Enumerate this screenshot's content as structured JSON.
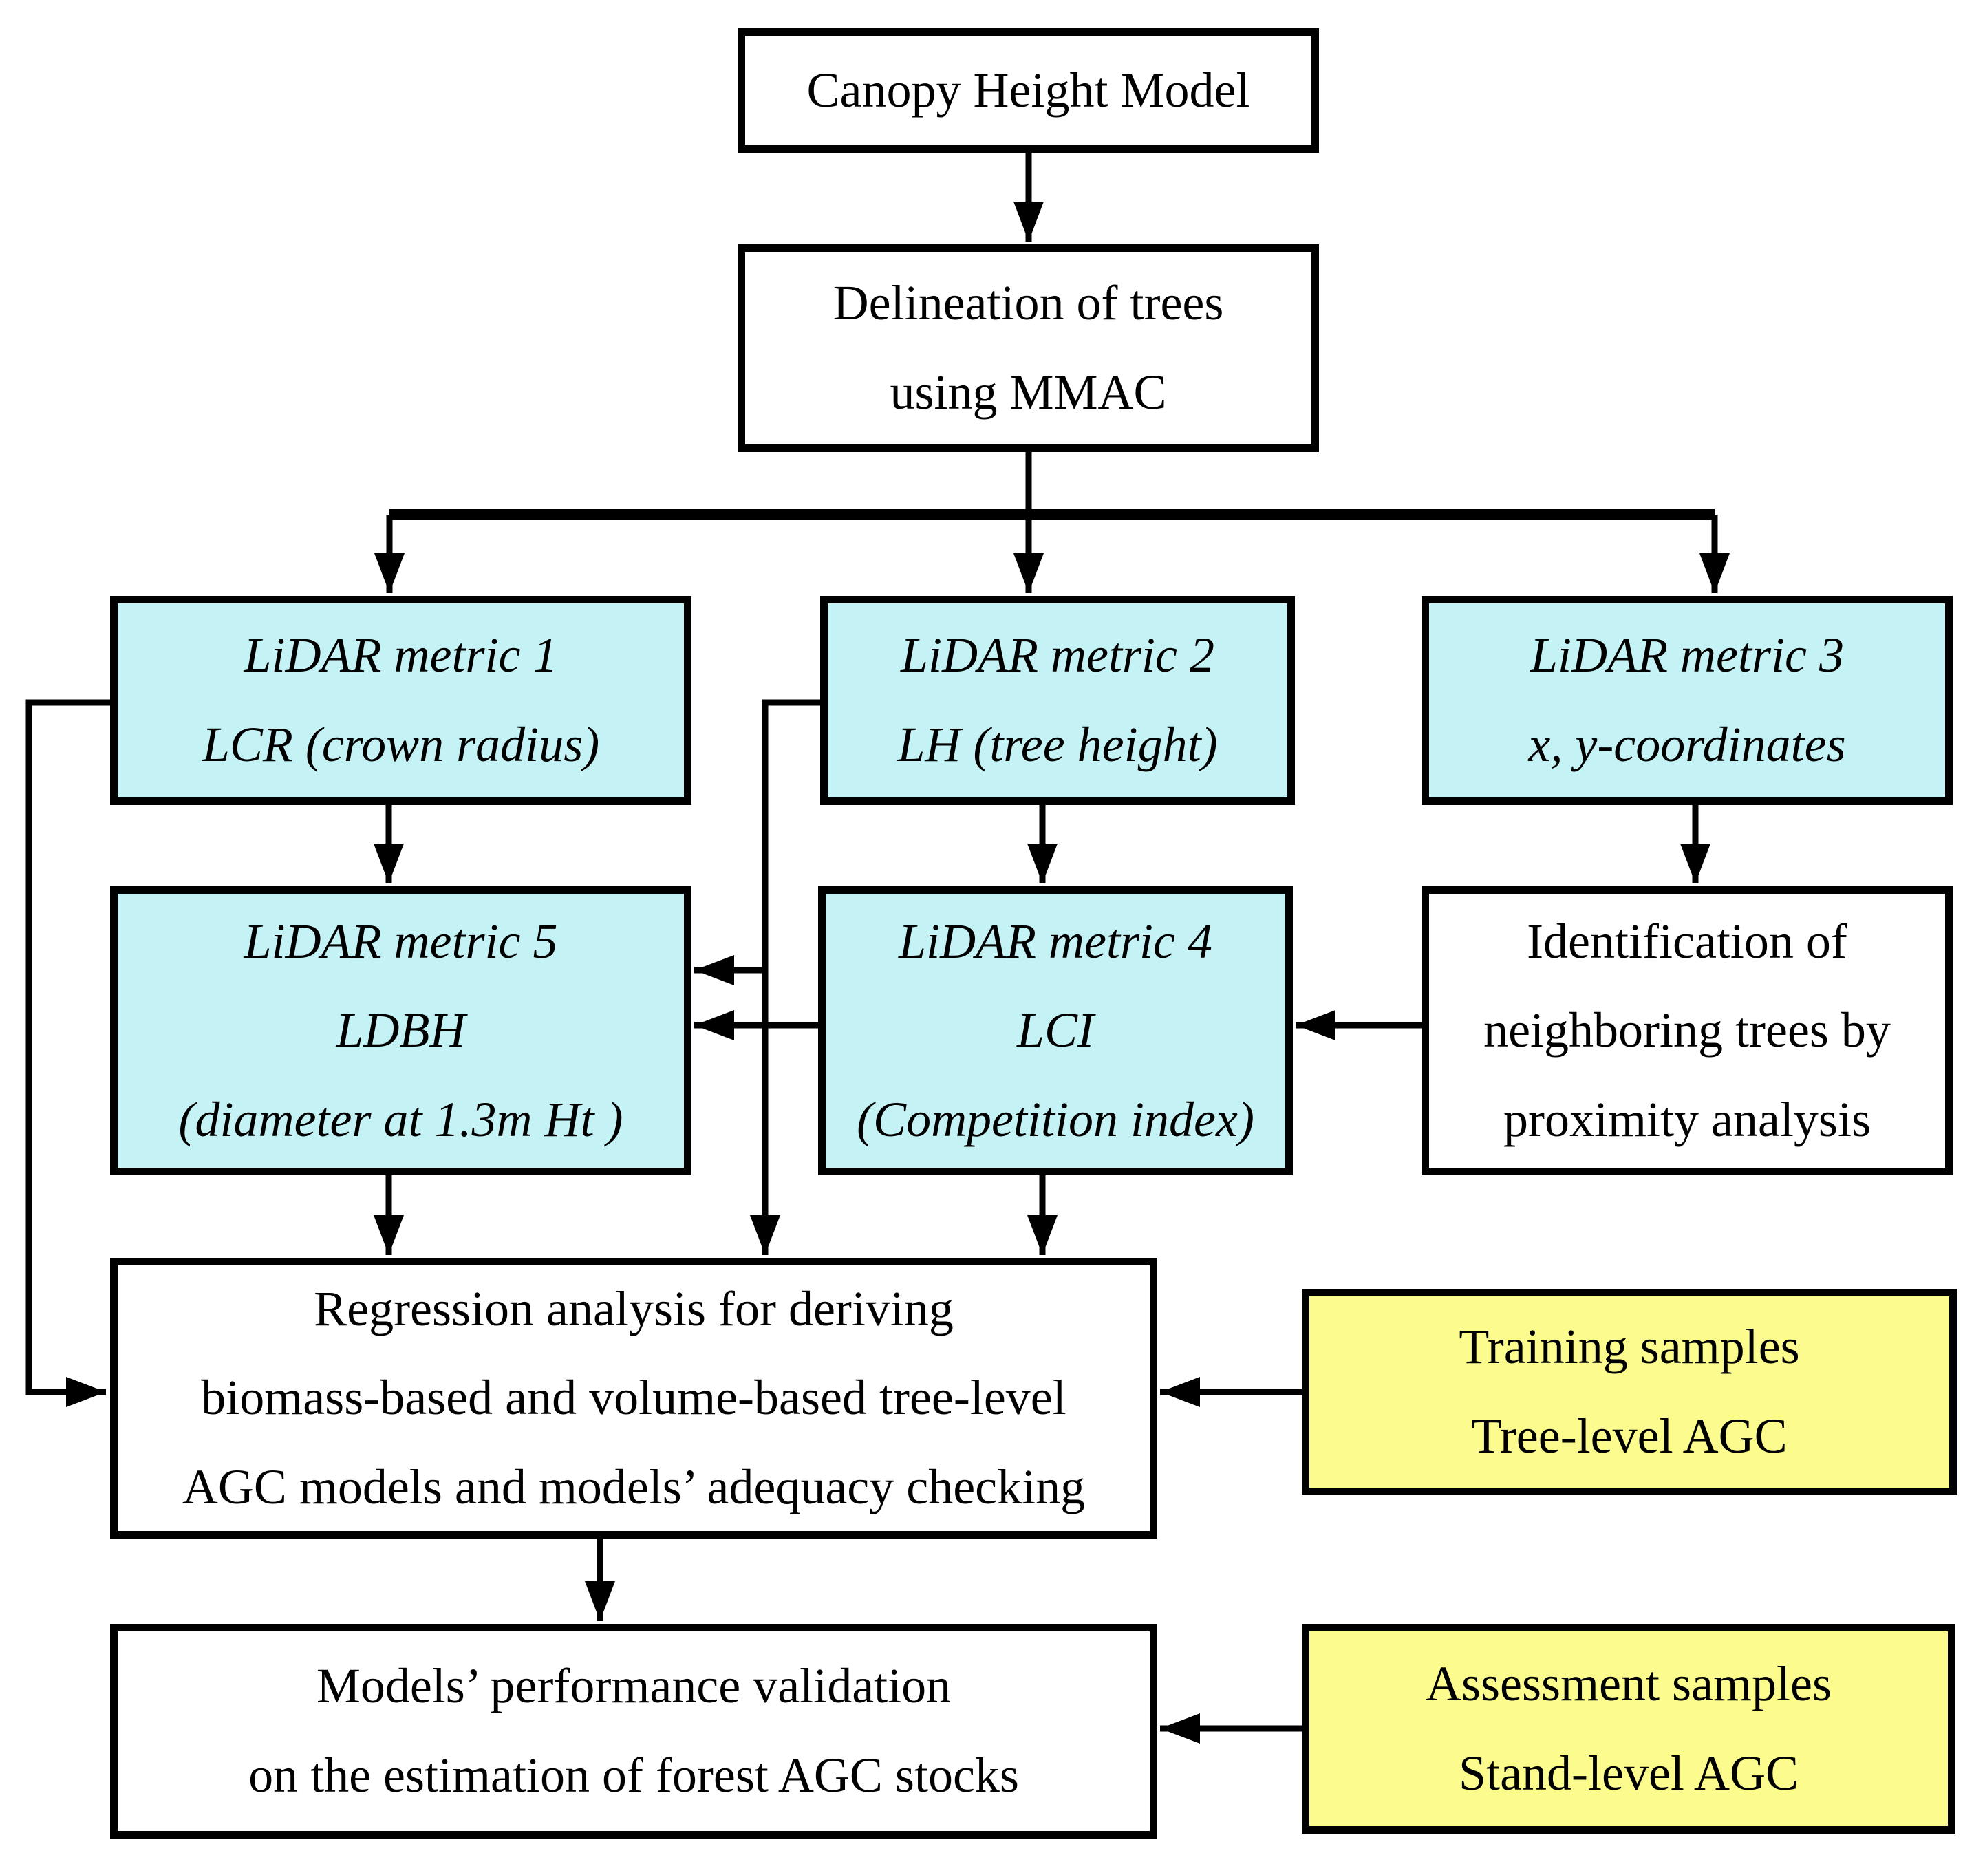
{
  "figure": {
    "type": "flowchart",
    "colors": {
      "metric_box_fill": "#c5f3f5",
      "sample_box_fill": "#fcfc8e",
      "plain_box_fill": "#ffffff",
      "border_and_arrows": "#000000"
    }
  },
  "nodes": {
    "chm": {
      "lines": [
        "Canopy Height Model"
      ]
    },
    "delineation": {
      "lines": [
        "Delineation of trees",
        "using MMAC"
      ]
    },
    "metric1": {
      "lines": [
        "LiDAR metric 1",
        "LCR (crown radius)"
      ]
    },
    "metric2": {
      "lines": [
        "LiDAR metric 2",
        "LH (tree height)"
      ]
    },
    "metric3": {
      "lines": [
        "LiDAR metric 3",
        "x, y-coordinates"
      ]
    },
    "metric5": {
      "lines": [
        "LiDAR metric 5",
        "LDBH",
        "(diameter at 1.3m Ht )"
      ]
    },
    "metric4": {
      "lines": [
        "LiDAR metric 4",
        "LCI",
        "(Competition index)"
      ]
    },
    "identification": {
      "lines": [
        "Identification of",
        "neighboring trees by",
        "proximity analysis"
      ]
    },
    "regression": {
      "lines": [
        "Regression analysis for deriving",
        "biomass-based and volume-based tree-level",
        "AGC models and models’ adequacy checking"
      ]
    },
    "training": {
      "lines": [
        "Training samples",
        "Tree-level AGC"
      ]
    },
    "validation": {
      "lines": [
        "Models’ performance validation",
        "on the estimation of forest AGC stocks"
      ]
    },
    "assessment": {
      "lines": [
        "Assessment samples",
        "Stand-level AGC"
      ]
    }
  }
}
